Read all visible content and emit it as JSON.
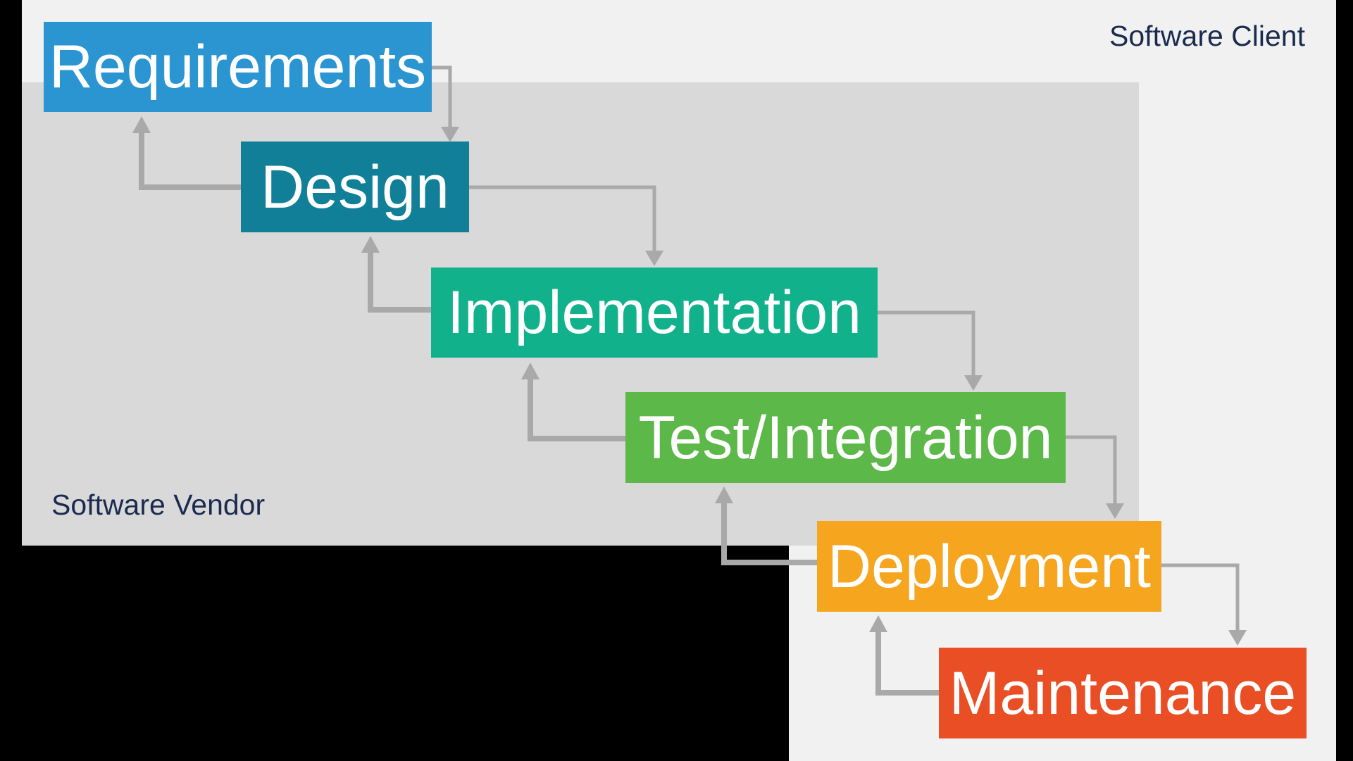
{
  "diagram": {
    "title_implied": "Waterfall software development lifecycle",
    "zones": {
      "client_label": "Software Client",
      "vendor_label": "Software Vendor"
    },
    "stages": [
      {
        "id": "requirements",
        "label": "Requirements",
        "color": "#2b95d2"
      },
      {
        "id": "design",
        "label": "Design",
        "color": "#107f97"
      },
      {
        "id": "implementation",
        "label": "Implementation",
        "color": "#11b18c"
      },
      {
        "id": "test-integration",
        "label": "Test/Integration",
        "color": "#5cb848"
      },
      {
        "id": "deployment",
        "label": "Deployment",
        "color": "#f5a51e"
      },
      {
        "id": "maintenance",
        "label": "Maintenance",
        "color": "#e94e24"
      }
    ],
    "flows": {
      "forward": [
        {
          "from": "requirements",
          "to": "design"
        },
        {
          "from": "design",
          "to": "implementation"
        },
        {
          "from": "implementation",
          "to": "test-integration"
        },
        {
          "from": "test-integration",
          "to": "deployment"
        },
        {
          "from": "deployment",
          "to": "maintenance"
        }
      ],
      "feedback": [
        {
          "from": "design",
          "to": "requirements"
        },
        {
          "from": "implementation",
          "to": "design"
        },
        {
          "from": "test-integration",
          "to": "implementation"
        },
        {
          "from": "deployment",
          "to": "test-integration"
        },
        {
          "from": "maintenance",
          "to": "deployment"
        }
      ]
    },
    "colors": {
      "page_bg": "#f0f1f0",
      "vendor_area": "#d9d9da",
      "frame": "#000000",
      "arrow": "#a9a9a9",
      "stage_text": "#ffffff",
      "zone_label_color": "#1b2b4f"
    }
  }
}
